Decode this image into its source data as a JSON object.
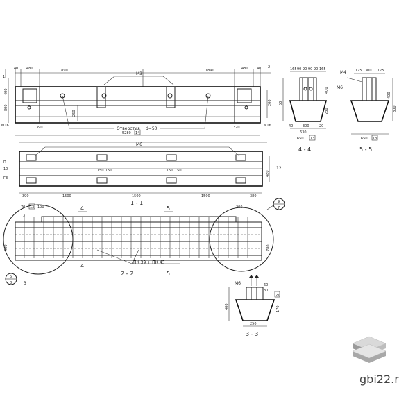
{
  "elevation": {
    "dims_top": [
      "40",
      "480",
      "1890",
      "1890",
      "480",
      "40"
    ],
    "label_m3": "М3",
    "dims_left": [
      "1",
      "400",
      "800"
    ],
    "label_m16": "М16",
    "dims_bottom": [
      "390",
      "320"
    ],
    "hole_label": "Отверстия",
    "hole_size": "d=50",
    "overall": "5280",
    "overall_ref": "14",
    "label_260": "260",
    "label_200": "200",
    "label_2": "2"
  },
  "plan": {
    "label_m6": "М6",
    "dims_inner": [
      "150",
      "150",
      "150",
      "150"
    ],
    "dims_bottom": [
      "390",
      "1500",
      "1500",
      "1500",
      "380"
    ],
    "right_dims": [
      "12",
      "480"
    ],
    "left_labels": [
      "П",
      "10",
      "Г3"
    ],
    "section_title": "1 - 1"
  },
  "section_4_4": {
    "title": "4 - 4",
    "top_dims": [
      "165",
      "90",
      "90",
      "90",
      "90",
      "165"
    ],
    "side": [
      "50",
      "400",
      "230"
    ],
    "bottom": [
      "40",
      "300",
      "20",
      "630",
      "650"
    ],
    "ref": "13"
  },
  "section_5_5": {
    "title": "5 - 5",
    "label_m4": "М4",
    "label_m6": "М6",
    "top_dims": [
      "175",
      "300",
      "175"
    ],
    "side": [
      "400",
      "800"
    ],
    "bottom": [
      "650"
    ],
    "ref": "13"
  },
  "section_2_2": {
    "title": "2 - 2",
    "markers": [
      "4",
      "5",
      "4",
      "5"
    ],
    "bottom_label": "ПК 39 + ПК 43",
    "side_dims": [
      "400",
      "780"
    ],
    "callout_left": [
      "6",
      "8"
    ],
    "callout_left_num": "3",
    "callout_right": [
      "9",
      "7"
    ],
    "top_left_refs": [
      "70",
      "13",
      "100"
    ],
    "label_200": "200",
    "label_3": "3"
  },
  "section_3_3": {
    "title": "3 - 3",
    "label_m6": "М6",
    "top_dims": [
      "60",
      "30"
    ],
    "side": [
      "400",
      "170"
    ],
    "bottom": [
      "250"
    ],
    "ref": "21"
  },
  "watermark": {
    "site": "gbi22.ru"
  }
}
